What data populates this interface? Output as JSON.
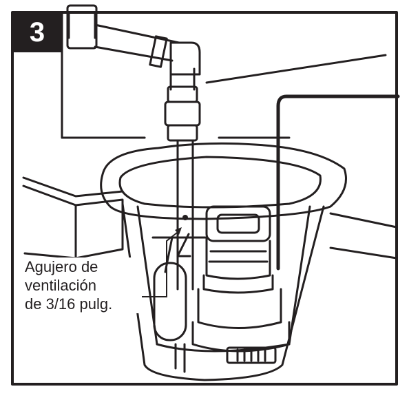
{
  "figure": {
    "step_number": "3",
    "callout_lines": [
      "Agujero de",
      "ventilación",
      "de 3/16 pulg."
    ]
  },
  "colors": {
    "ink": "#231f20",
    "paper": "#ffffff"
  }
}
